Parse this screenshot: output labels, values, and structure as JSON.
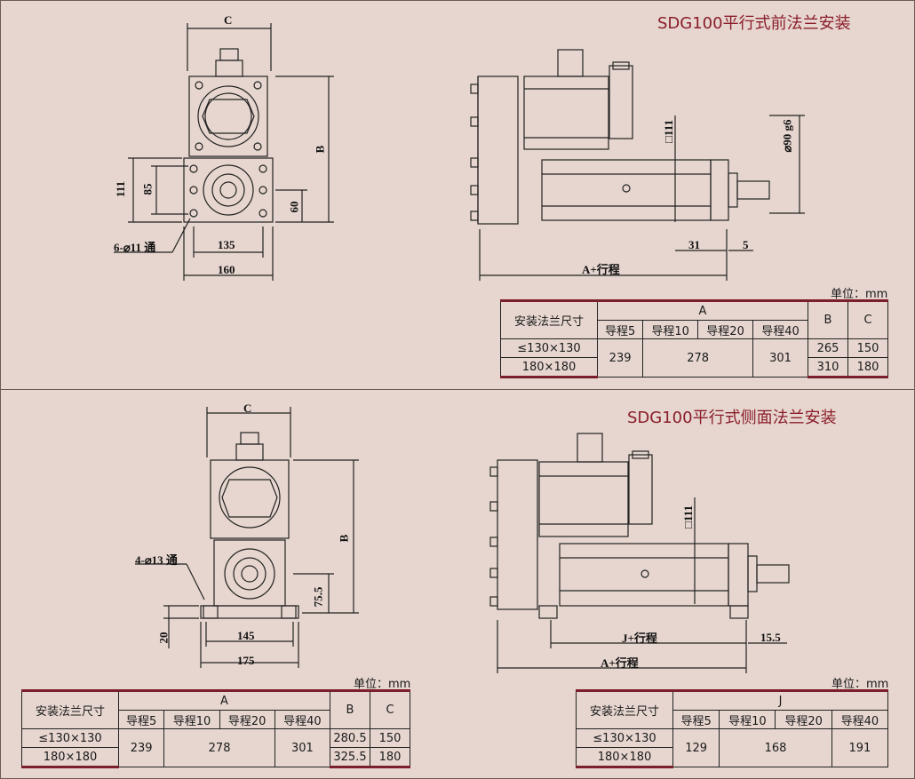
{
  "section1": {
    "title": "SDG100平行式前法兰安装",
    "front_dims": {
      "c": "C",
      "b": "B",
      "d111": "111",
      "d85": "85",
      "d60": "60",
      "hole": "6-⌀11 通",
      "d135": "135",
      "d160": "160"
    },
    "side_dims": {
      "sq": "□111",
      "dia": "⌀90 g6",
      "d31": "31",
      "d5": "5",
      "stroke": "A+行程"
    },
    "unit": "单位：mm",
    "table": {
      "h_flange": "安装法兰尺寸",
      "h_a": "A",
      "h_b": "B",
      "h_c": "C",
      "sub": [
        "导程5",
        "导程10",
        "导程20",
        "导程40"
      ],
      "r1_label": "≤130×130",
      "r2_label": "180×180",
      "a5": "239",
      "a10_20": "278",
      "a40": "301",
      "b1": "265",
      "b2": "310",
      "c1": "150",
      "c2": "180"
    }
  },
  "section2": {
    "title": "SDG100平行式侧面法兰安装",
    "front_dims": {
      "c": "C",
      "b": "B",
      "hole": "4-⌀13 通",
      "d75": "75.5",
      "d20": "20",
      "d145": "145",
      "d175": "175"
    },
    "side_dims": {
      "sq": "□111",
      "j": "J+行程",
      "d15": "15.5",
      "stroke": "A+行程"
    },
    "unit_left": "单位：mm",
    "unit_right": "单位：mm",
    "table_left": {
      "h_flange": "安装法兰尺寸",
      "h_a": "A",
      "h_b": "B",
      "h_c": "C",
      "sub": [
        "导程5",
        "导程10",
        "导程20",
        "导程40"
      ],
      "r1_label": "≤130×130",
      "r2_label": "180×180",
      "a5": "239",
      "a10_20": "278",
      "a40": "301",
      "b1": "280.5",
      "b2": "325.5",
      "c1": "150",
      "c2": "180"
    },
    "table_right": {
      "h_flange": "安装法兰尺寸",
      "h_j": "J",
      "sub": [
        "导程5",
        "导程10",
        "导程20",
        "导程40"
      ],
      "r1_label": "≤130×130",
      "r2_label": "180×180",
      "j5": "129",
      "j10_20": "168",
      "j40": "191"
    }
  }
}
